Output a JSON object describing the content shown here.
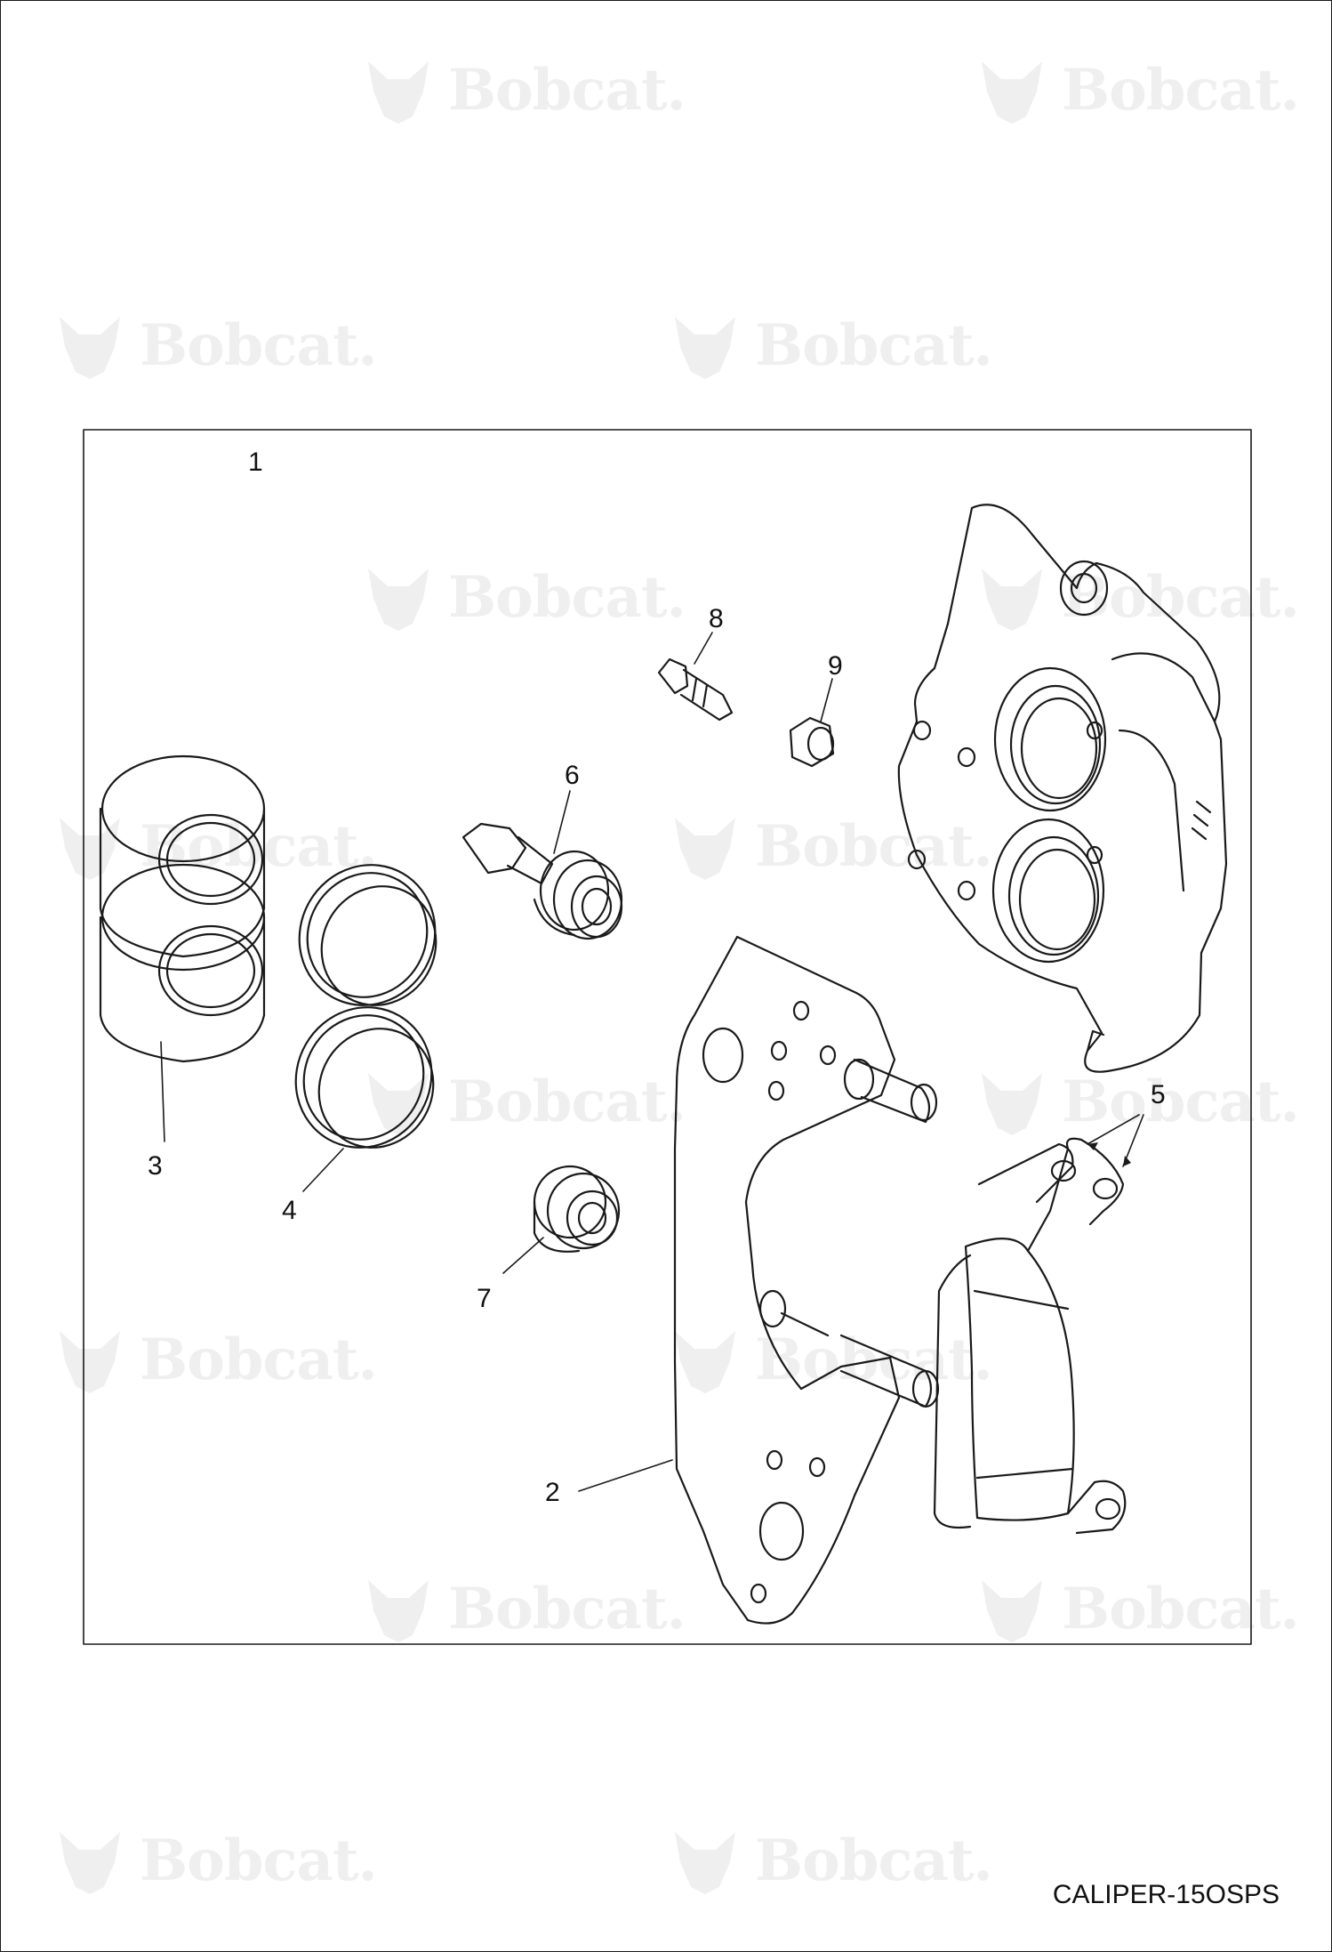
{
  "drawing_id": "CALIPER-15OSPS",
  "watermark": {
    "brand": "Bobcat.",
    "logo_icon": "bobcat-head-icon"
  },
  "callouts": [
    {
      "id": "c1",
      "label": "1"
    },
    {
      "id": "c2",
      "label": "2"
    },
    {
      "id": "c3",
      "label": "3"
    },
    {
      "id": "c4",
      "label": "4"
    },
    {
      "id": "c5",
      "label": "5"
    },
    {
      "id": "c6",
      "label": "6"
    },
    {
      "id": "c7",
      "label": "7"
    },
    {
      "id": "c8",
      "label": "8"
    },
    {
      "id": "c9",
      "label": "9"
    }
  ],
  "colors": {
    "line": "#1a1a1a",
    "watermark": "#efefef",
    "background": "#ffffff"
  }
}
